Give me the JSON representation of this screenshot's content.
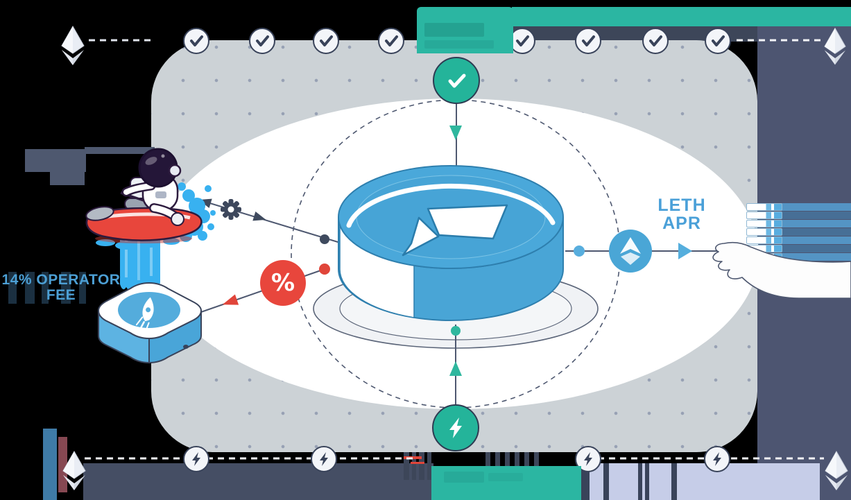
{
  "labels": {
    "operator_fee_line1": "14% OPERATOR",
    "operator_fee_line2": "FEE",
    "reward_line1": "LETH",
    "reward_line2": "APR",
    "percent_symbol": "%"
  },
  "banners": {
    "top": {
      "color": "#2bb6a2",
      "note": "text illegible (tone-on-tone)"
    },
    "bottom": {
      "color": "#2bb6a2",
      "note": "text illegible (tone-on-tone)"
    }
  },
  "colors": {
    "teal": "#2bb6a2",
    "coin_blue": "#49a5d6",
    "red": "#e8463c",
    "navy": "#3f4a5e",
    "card_gray": "#ccd2d6",
    "periwinkle": "#c6cde8"
  },
  "icons": {
    "top_row": "check-icon x8 small + 1 big teal check",
    "bottom_row": "lightning-icon x4 small + 1 big teal lightning",
    "corners": "eth-diamond-icon x4",
    "left_branch": [
      "gear-icon",
      "percent-icon",
      "rocket-box-icon",
      "astronaut-jetski-icon"
    ],
    "right_branch": [
      "eth-coin-icon",
      "hand-coins-icon"
    ]
  }
}
